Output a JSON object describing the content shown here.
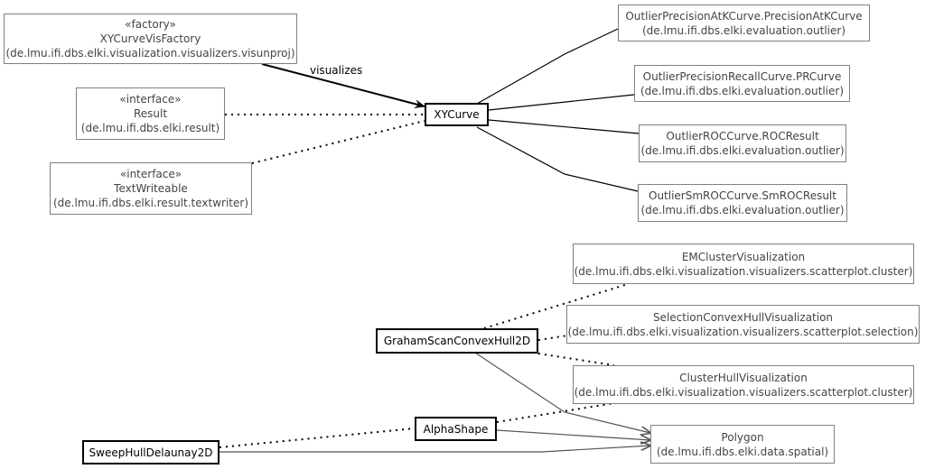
{
  "nodes": {
    "xycurvevisfactory": {
      "stereotype": "«factory»",
      "name": "XYCurveVisFactory",
      "package": "(de.lmu.ifi.dbs.elki.visualization.visualizers.visunproj)"
    },
    "result": {
      "stereotype": "«interface»",
      "name": "Result",
      "package": "(de.lmu.ifi.dbs.elki.result)"
    },
    "textwriteable": {
      "stereotype": "«interface»",
      "name": "TextWriteable",
      "package": "(de.lmu.ifi.dbs.elki.result.textwriter)"
    },
    "xycurve": {
      "name": "XYCurve"
    },
    "precisionatk": {
      "name": "OutlierPrecisionAtKCurve.PrecisionAtKCurve",
      "package": "(de.lmu.ifi.dbs.elki.evaluation.outlier)"
    },
    "prcurve": {
      "name": "OutlierPrecisionRecallCurve.PRCurve",
      "package": "(de.lmu.ifi.dbs.elki.evaluation.outlier)"
    },
    "rocresult": {
      "name": "OutlierROCCurve.ROCResult",
      "package": "(de.lmu.ifi.dbs.elki.evaluation.outlier)"
    },
    "smrocresult": {
      "name": "OutlierSmROCCurve.SmROCResult",
      "package": "(de.lmu.ifi.dbs.elki.evaluation.outlier)"
    },
    "emcluster": {
      "name": "EMClusterVisualization",
      "package": "(de.lmu.ifi.dbs.elki.visualization.visualizers.scatterplot.cluster)"
    },
    "selectionhull": {
      "name": "SelectionConvexHullVisualization",
      "package": "(de.lmu.ifi.dbs.elki.visualization.visualizers.scatterplot.selection)"
    },
    "clusterhull": {
      "name": "ClusterHullVisualization",
      "package": "(de.lmu.ifi.dbs.elki.visualization.visualizers.scatterplot.cluster)"
    },
    "grahamscan": {
      "name": "GrahamScanConvexHull2D"
    },
    "alphashape": {
      "name": "AlphaShape"
    },
    "sweephull": {
      "name": "SweepHullDelaunay2D"
    },
    "polygon": {
      "name": "Polygon",
      "package": "(de.lmu.ifi.dbs.elki.data.spatial)"
    }
  },
  "edge_labels": {
    "visualizes": "visualizes"
  },
  "colors": {
    "solid_edge": "#000000",
    "gray_edge": "#555555",
    "dotted_edge": "#000000",
    "primary_border": "#000000",
    "secondary_border": "#808080"
  }
}
